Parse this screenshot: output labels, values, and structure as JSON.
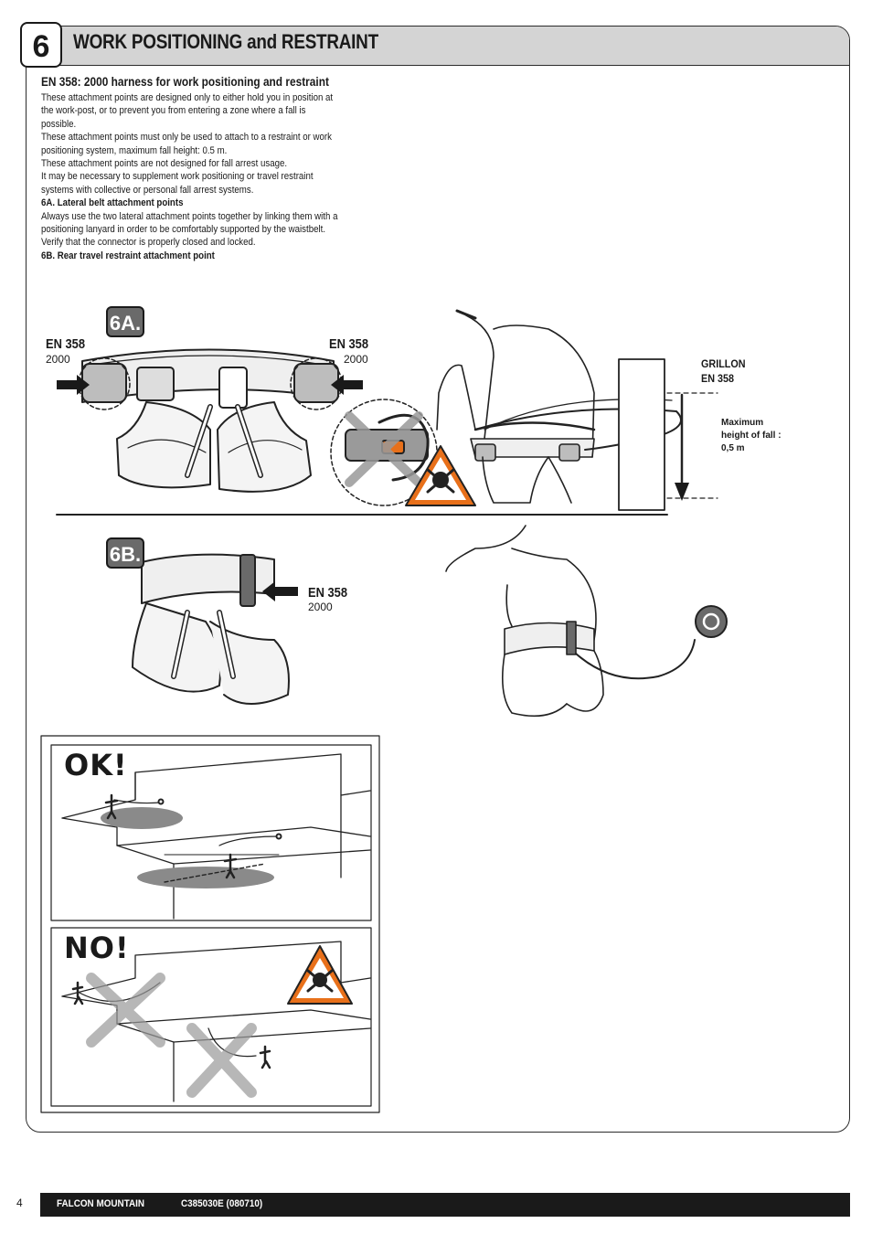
{
  "header": {
    "section_number": "6",
    "title": "WORK POSITIONING and RESTRAINT"
  },
  "intro": {
    "subheading": "EN 358: 2000 harness for work positioning and restraint",
    "paragraphs": [
      "These attachment points are designed only to either hold you in position at the work-post, or to prevent you from entering a zone where a fall is possible.",
      "These attachment points must only be used to attach to a restraint or work positioning system, maximum fall height: 0.5 m.",
      "These attachment points are not designed for fall arrest usage.",
      "It may be necessary to supplement work positioning or travel restraint systems with collective or personal fall arrest systems."
    ],
    "section_6a_heading": "6A. Lateral belt attachment points",
    "section_6a_text": "Always use the two lateral attachment points together by linking them with a positioning lanyard in order to be comfortably supported by the waistbelt. Verify that the connector is properly closed and locked.",
    "section_6b_heading": "6B. Rear travel restraint attachment point"
  },
  "figure_6a": {
    "badge": "6A.",
    "left_standard": "EN 358",
    "left_year": "2000",
    "right_standard": "EN 358",
    "right_year": "2000",
    "device_name": "GRILLON",
    "device_standard": "EN 358",
    "fall_note_line1": "Maximum",
    "fall_note_line2": "height of fall :",
    "fall_note_line3": "0,5 m"
  },
  "figure_6b": {
    "badge": "6B.",
    "standard": "EN 358",
    "year": "2000"
  },
  "panels": {
    "ok_label": "OK!",
    "no_label": "NO!"
  },
  "footer": {
    "page_number": "4",
    "product": "FALCON MOUNTAIN",
    "reference": "C385030E (080710)"
  },
  "colors": {
    "header_bg": "#d4d4d4",
    "badge_bg": "#6a6a6a",
    "warning_orange": "#e8701a",
    "footer_bg": "#1a1a1a"
  },
  "icons": [
    "warning-skull-icon",
    "cross-out-icon",
    "arrow-right-icon",
    "arrow-left-icon",
    "anchor-ring-icon"
  ]
}
